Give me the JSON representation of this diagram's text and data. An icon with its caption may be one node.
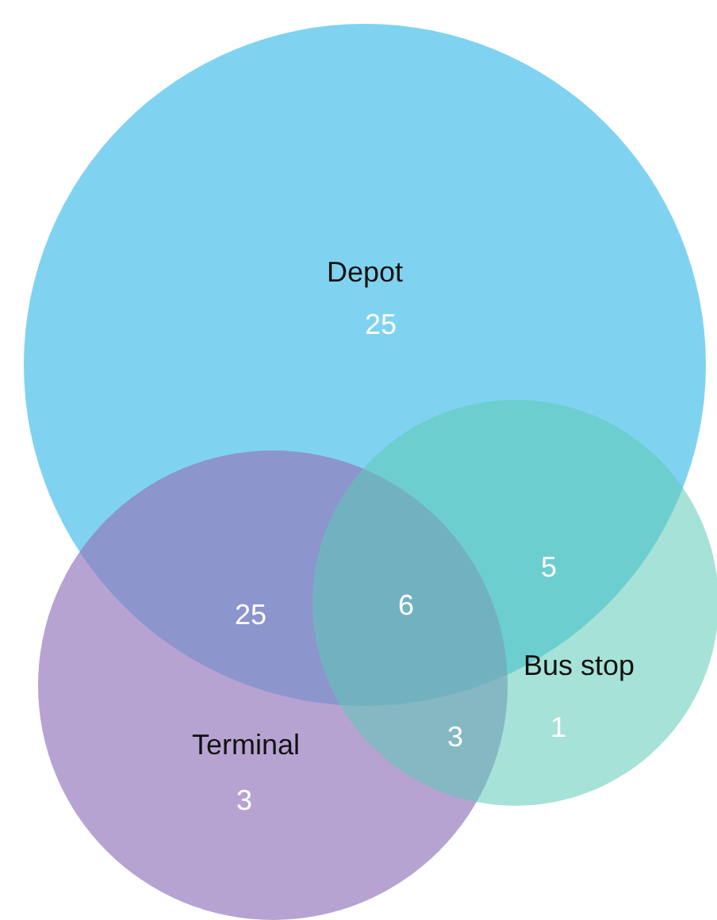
{
  "diagram": {
    "nodes": [
      {
        "text": [
          "Depot",
          "25"
        ]
      },
      {
        "text": [
          "Terminal",
          "3"
        ]
      },
      {
        "text": [
          "Bus stop",
          "1"
        ]
      }
    ],
    "edges": [],
    "labels": [
      "5",
      "25",
      "6",
      "3"
    ]
  }
}
